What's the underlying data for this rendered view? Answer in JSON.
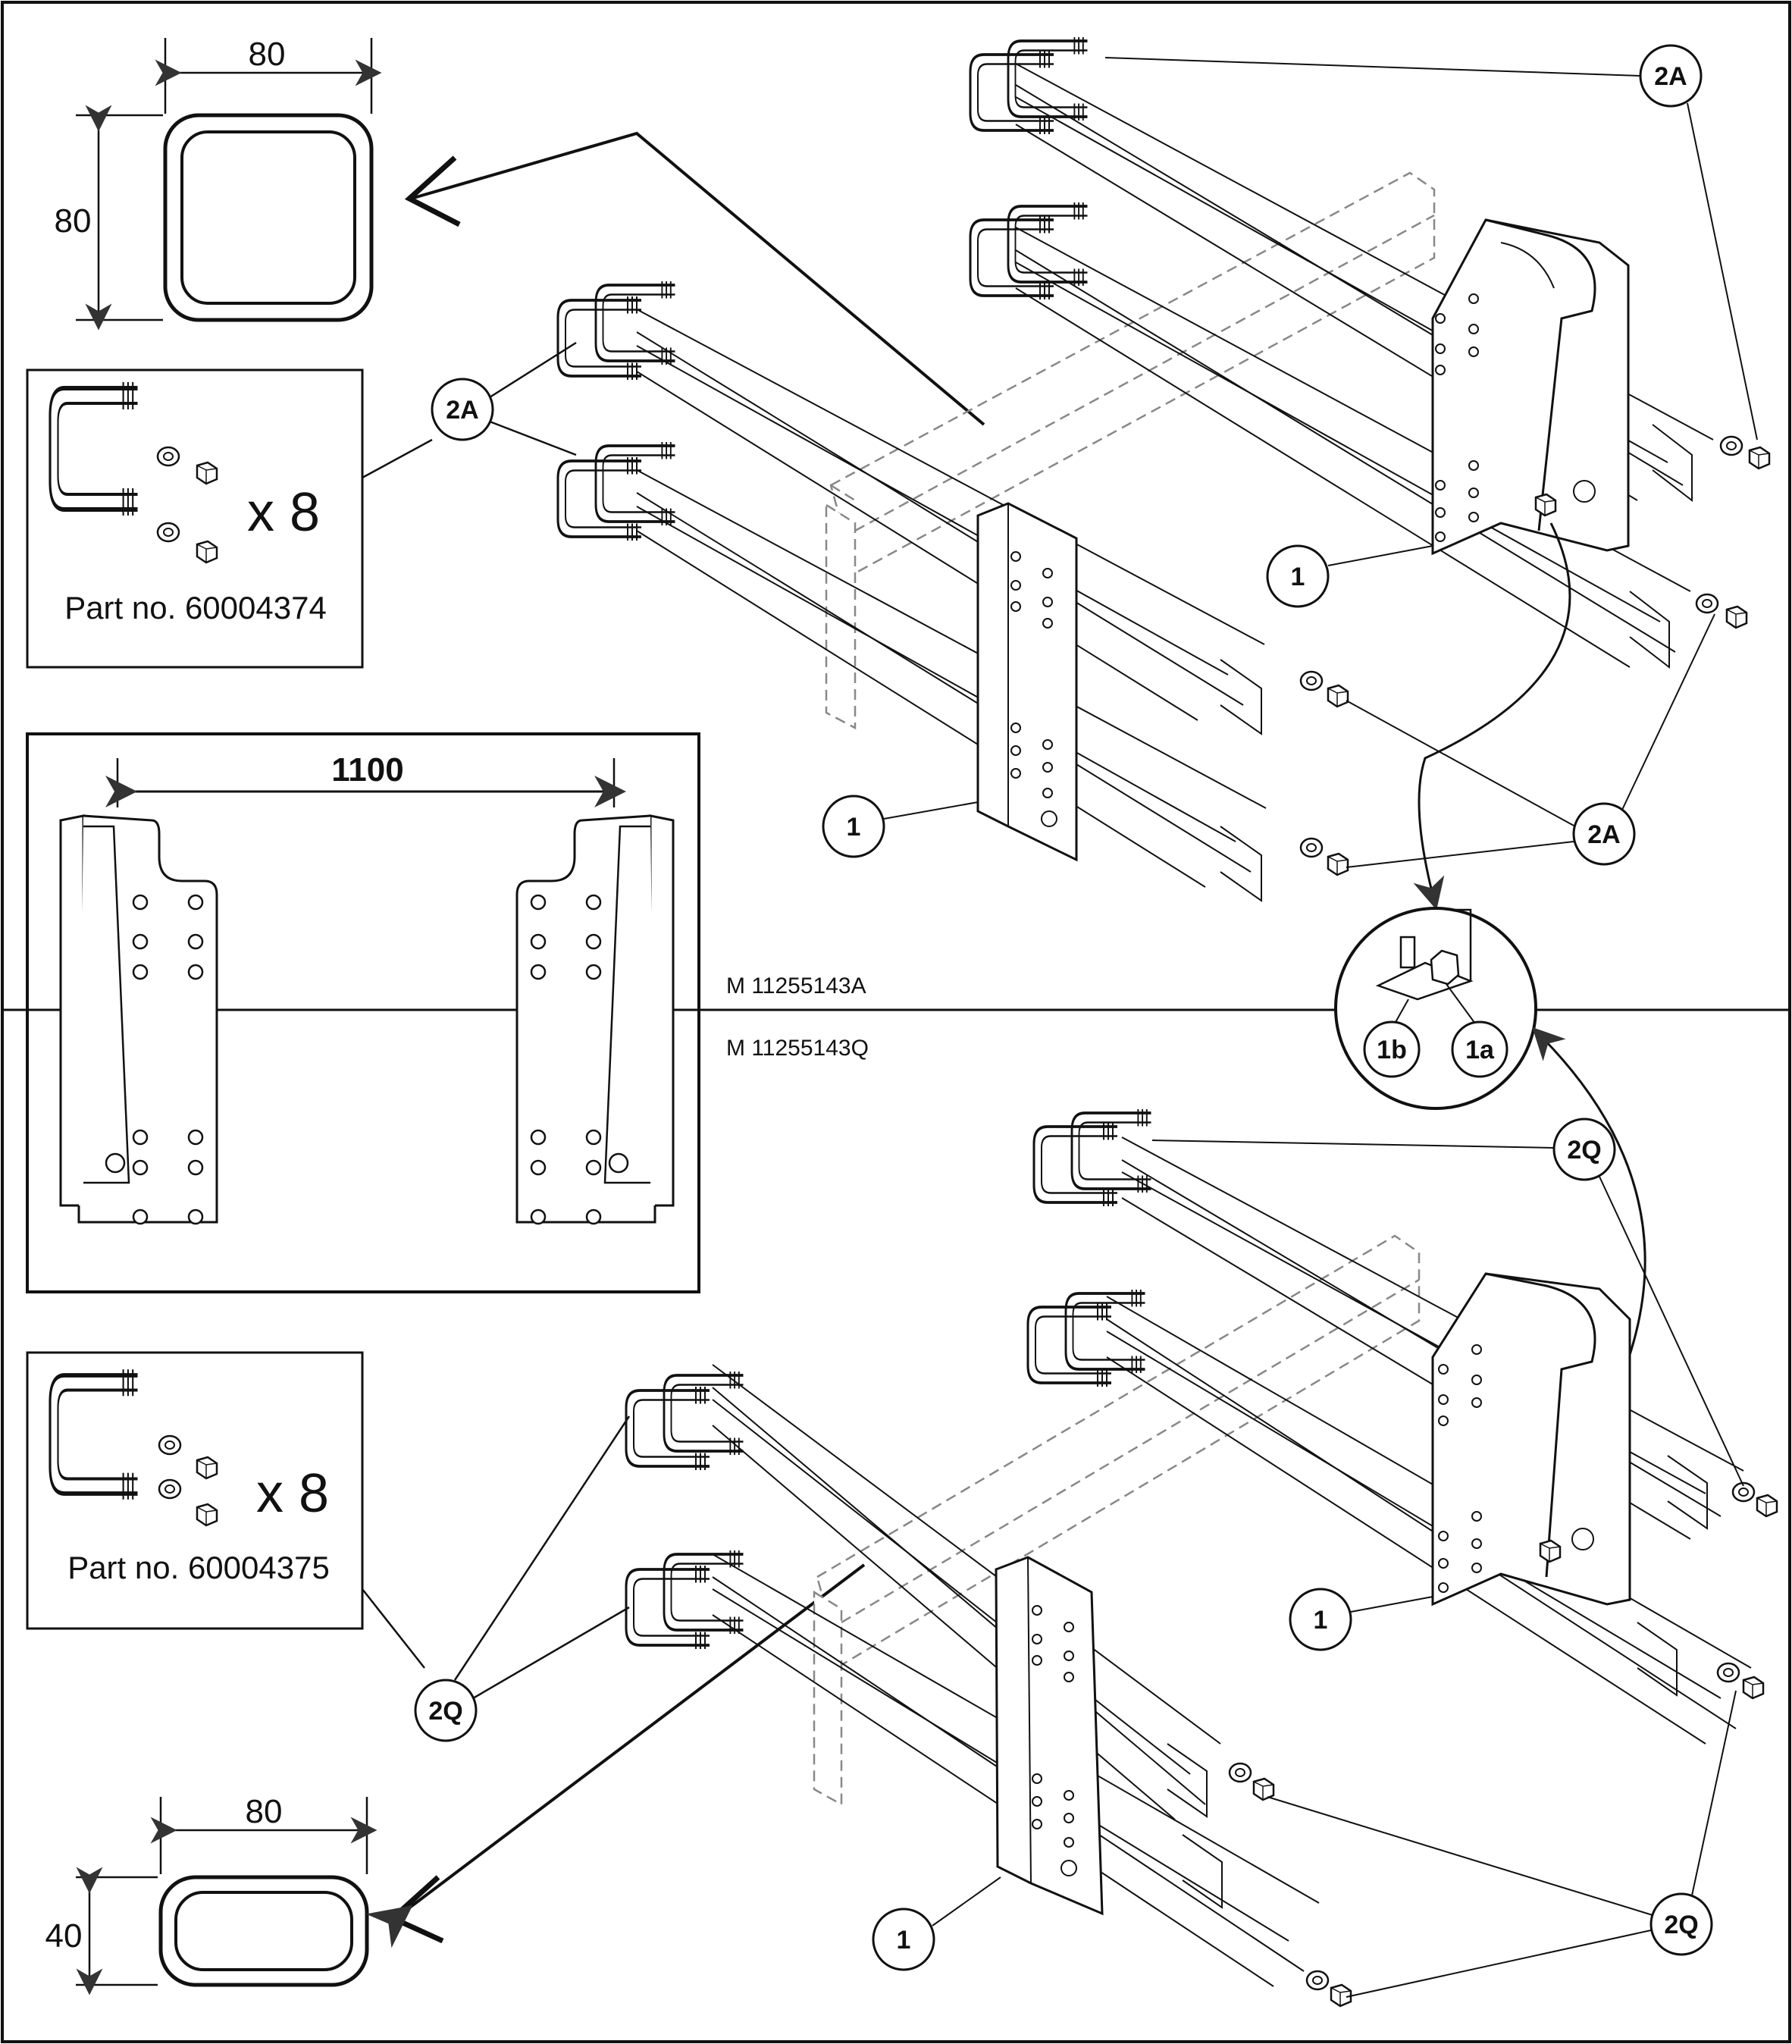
{
  "page_type": "exploded assembly diagram",
  "colors": {
    "line": "#111111",
    "hidden": "#888888",
    "arrow": "#333333",
    "background": "#ffffff"
  },
  "profile_top": {
    "width": "80",
    "height": "80"
  },
  "profile_bottom": {
    "width": "80",
    "height": "40"
  },
  "kit_top": {
    "quantity": "x 8",
    "part_number": "Part no. 60004374"
  },
  "kit_bottom": {
    "quantity": "x 8",
    "part_number": "Part no. 60004375"
  },
  "spacing": {
    "value": "1100"
  },
  "model_top": "M 11255143A",
  "model_bottom": "M 11255143Q",
  "callouts": {
    "a": "2A",
    "q": "2Q",
    "bracket": "1",
    "nut": "1a",
    "bolt": "1b"
  },
  "icons": [
    "u-bolt-icon",
    "washer-icon",
    "nut-icon",
    "bracket-icon",
    "square-tube-icon",
    "flat-tube-icon"
  ]
}
